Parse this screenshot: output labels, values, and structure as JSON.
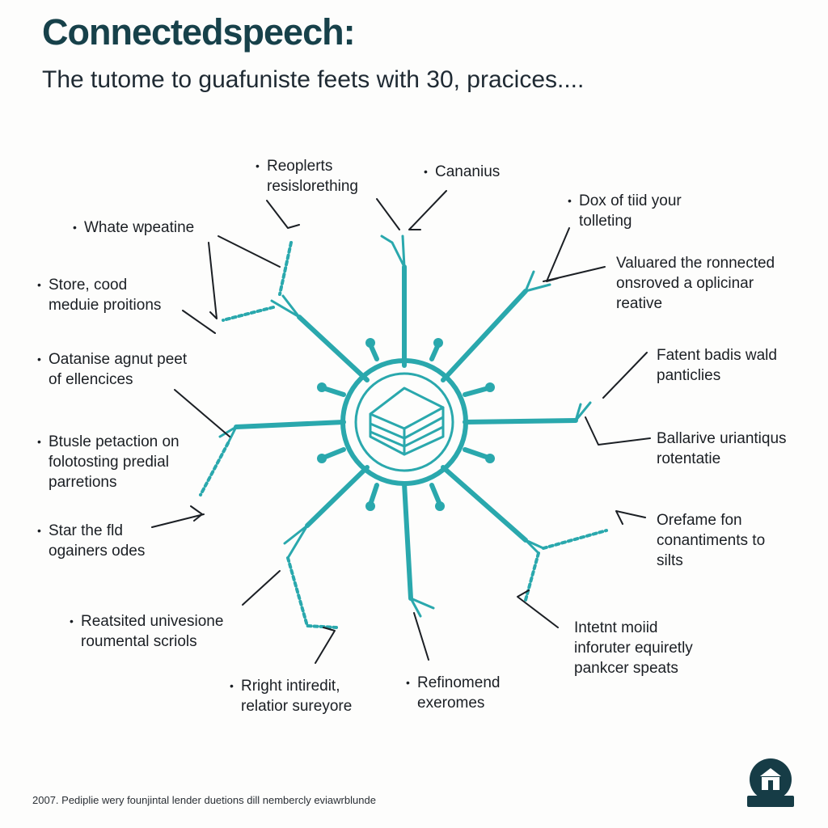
{
  "header": {
    "title": "Connectedspeech:",
    "subtitle": "The tutome to guafuniste feets with 30, pracices...."
  },
  "labels": [
    {
      "lines": [
        "Reoplerts",
        "resislorething"
      ],
      "bullet": true
    },
    {
      "lines": [
        "Cananius"
      ],
      "bullet": true
    },
    {
      "lines": [
        "Dox of tiid your",
        "tolleting"
      ],
      "bullet": true
    },
    {
      "lines": [
        "Valuared the ronnected",
        "onsroved a oplicinar",
        "reative"
      ],
      "bullet": false
    },
    {
      "lines": [
        "Fatent badis wald",
        "panticlies"
      ],
      "bullet": false
    },
    {
      "lines": [
        "Ballarive uriantiqus",
        "rotentatie"
      ],
      "bullet": false
    },
    {
      "lines": [
        "Orefame fon",
        "conantiments to",
        "silts"
      ],
      "bullet": false
    },
    {
      "lines": [
        "Intetnt moiid",
        "inforuter equiretly",
        "pankcer speats"
      ],
      "bullet": false
    },
    {
      "lines": [
        "Refinomend",
        "exeromes"
      ],
      "bullet": true
    },
    {
      "lines": [
        "Rright intiredit,",
        "relatior sureyore"
      ],
      "bullet": true
    },
    {
      "lines": [
        "Reatsited univesione",
        "roumental scriols"
      ],
      "bullet": true
    },
    {
      "lines": [
        "Star the fld",
        "ogainers odes"
      ],
      "bullet": true
    },
    {
      "lines": [
        "Btusle petaction on",
        "folotosting predial",
        "parretions"
      ],
      "bullet": true
    },
    {
      "lines": [
        "Oatanise agnut peet",
        "of ellencices"
      ],
      "bullet": true
    },
    {
      "lines": [
        "Store, cood",
        "meduie proitions"
      ],
      "bullet": true
    },
    {
      "lines": [
        "Whate wpeatine"
      ],
      "bullet": true
    }
  ],
  "footer": {
    "text": "2007. Pediplie wery founjintal lender duetions dill nembercly eviawrblunde"
  },
  "badge_icon": "building-icon",
  "colors": {
    "teal": "#2aa8ad",
    "title": "#17414a",
    "ink": "#1b1f24",
    "badge": "#163c46"
  }
}
